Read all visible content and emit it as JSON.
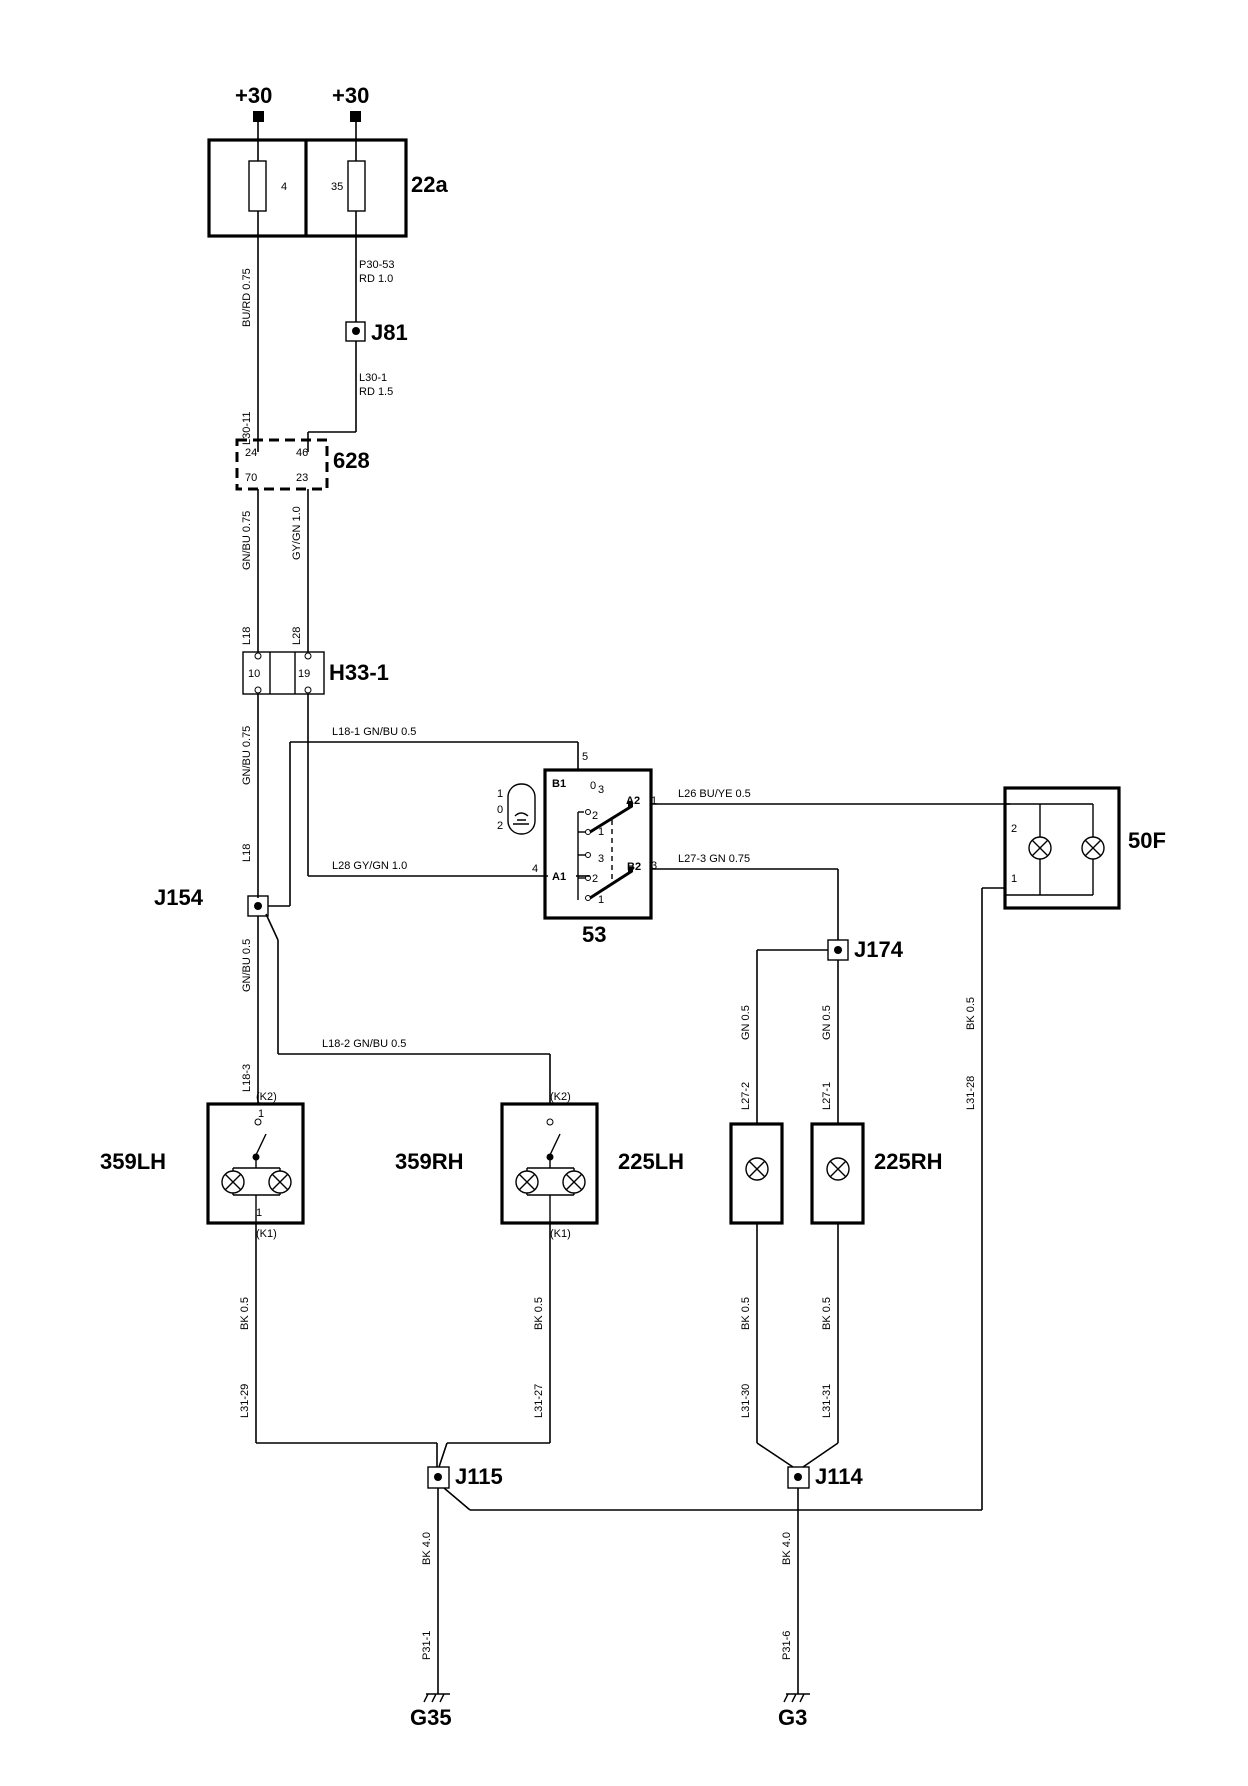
{
  "supply": [
    "+30",
    "+30"
  ],
  "fuse_box": {
    "id": "22a",
    "fuses": [
      "4",
      "35"
    ]
  },
  "connector_628": {
    "id": "628",
    "pins": [
      "24",
      "46",
      "70",
      "23"
    ]
  },
  "connector_h33": {
    "id": "H33-1",
    "pins": [
      "10",
      "19"
    ]
  },
  "switch": {
    "id": "53",
    "pins": {
      "p5": "5",
      "p4": "4",
      "p1": "1",
      "p3": "3"
    },
    "contacts": {
      "b1": "B1",
      "a2": "A2",
      "b2": "B2",
      "a1": "A1"
    },
    "positions": [
      "1",
      "0",
      "2"
    ],
    "sub": {
      "o3": "0",
      "n2a": "2",
      "n1a": "1",
      "n3": "3",
      "n2b": "2",
      "n1b": "1"
    },
    "sub_index": "3"
  },
  "lamp_50f": {
    "id": "50F",
    "pins": [
      "2",
      "1"
    ]
  },
  "lamp_359lh": {
    "id": "359LH",
    "k2": "(K2)",
    "k1": "(K1)",
    "pin_top": "1",
    "pin_bottom": "1"
  },
  "lamp_359rh": {
    "id": "359RH",
    "k2": "(K2)",
    "k1": "(K1)"
  },
  "lamp_225lh": {
    "id": "225LH"
  },
  "lamp_225rh": {
    "id": "225RH"
  },
  "junctions": {
    "j81": "J81",
    "j154": "J154",
    "j174": "J174",
    "j115": "J115",
    "j114": "J114"
  },
  "grounds": {
    "g35": "G35",
    "g3": "G3"
  },
  "wires": {
    "p30_53": "P30-53",
    "rd10": "RD 1.0",
    "l30_1": "L30-1",
    "rd15": "RD 1.5",
    "bu_rd": "BU/RD 0.75",
    "l30_11": "L30-11",
    "gn_bu_075a": "GN/BU 0.75",
    "l18a": "L18",
    "gy_gn_10": "GY/GN 1.0",
    "l28a": "L28",
    "gn_bu_075b": "GN/BU 0.75",
    "l18b": "L18",
    "l18_1": "L18-1   GN/BU 0.5",
    "l28_h": "L28   GY/GN 1.0",
    "l26": "L26   BU/YE 0.5",
    "l27_3": "L27-3   GN 0.75",
    "gn_bu_05": "GN/BU 0.5",
    "l18_3": "L18-3",
    "l18_2": "L18-2   GN/BU 0.5",
    "gn05a": "GN 0.5",
    "l27_2": "L27-2",
    "gn05b": "GN 0.5",
    "l27_1": "L27-1",
    "bk05_50f": "BK 0.5",
    "l31_28": "L31-28",
    "bk05_a": "BK 0.5",
    "l31_29": "L31-29",
    "bk05_b": "BK 0.5",
    "l31_27": "L31-27",
    "bk05_c": "BK 0.5",
    "l31_30": "L31-30",
    "bk05_d": "BK 0.5",
    "l31_31": "L31-31",
    "bk40_a": "BK 4.0",
    "p31_1": "P31-1",
    "bk40_b": "BK 4.0",
    "p31_6": "P31-6"
  }
}
